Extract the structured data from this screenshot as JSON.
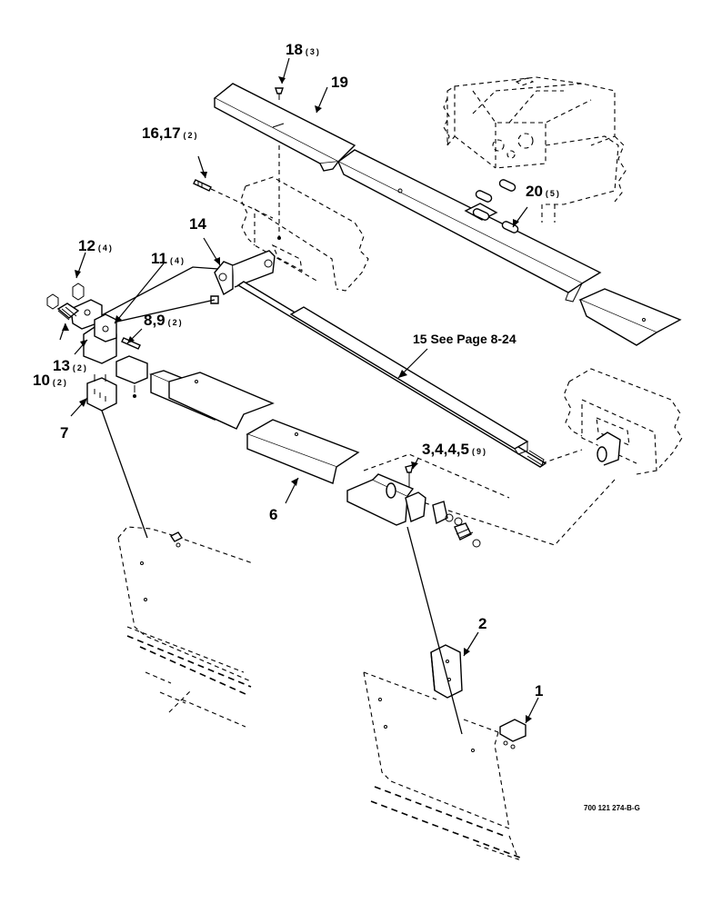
{
  "drawing_code": "700 121 274-B-G",
  "callouts": [
    {
      "id": "c1",
      "text": "1",
      "qty": ""
    },
    {
      "id": "c2",
      "text": "2",
      "qty": ""
    },
    {
      "id": "c345",
      "text": "3,4,4,5",
      "qty": "(9)"
    },
    {
      "id": "c6",
      "text": "6",
      "qty": ""
    },
    {
      "id": "c7",
      "text": "7",
      "qty": ""
    },
    {
      "id": "c89",
      "text": "8,9",
      "qty": "(2)"
    },
    {
      "id": "c10",
      "text": "10",
      "qty": "(2)"
    },
    {
      "id": "c11",
      "text": "11",
      "qty": "(4)"
    },
    {
      "id": "c12",
      "text": "12",
      "qty": "(4)"
    },
    {
      "id": "c13",
      "text": "13",
      "qty": "(2)"
    },
    {
      "id": "c14",
      "text": "14",
      "qty": ""
    },
    {
      "id": "c15",
      "text": "15 See Page 8-24",
      "qty": ""
    },
    {
      "id": "c1617",
      "text": "16,17",
      "qty": "(2)"
    },
    {
      "id": "c18",
      "text": "18",
      "qty": "(3)"
    },
    {
      "id": "c19",
      "text": "19",
      "qty": ""
    },
    {
      "id": "c20",
      "text": "20",
      "qty": "(5)"
    }
  ]
}
